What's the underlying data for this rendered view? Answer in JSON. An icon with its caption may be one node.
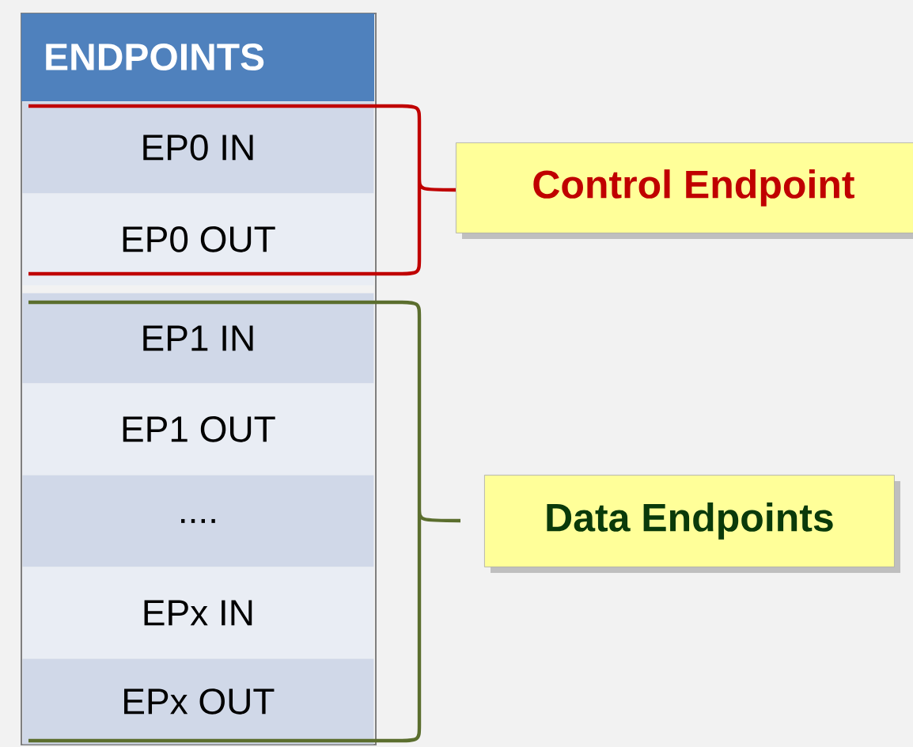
{
  "diagram": {
    "nodes": [
      {
        "text": [
          "ENDPOINTS"
        ]
      },
      {
        "text": [
          "EP0 IN"
        ],
        "in": 0
      },
      {
        "text": [
          "EP0 OUT"
        ],
        "in": 0
      },
      {
        "text": [
          "EP1 IN"
        ],
        "in": 0
      },
      {
        "text": [
          "EP1 OUT"
        ],
        "in": 0
      },
      {
        "text": [
          "...."
        ],
        "in": 0
      },
      {
        "text": [
          "EPx IN"
        ],
        "in": 0
      },
      {
        "text": [
          "EPx OUT"
        ],
        "in": 0
      },
      {
        "text": [
          "Control Endpoint"
        ]
      },
      {
        "text": [
          "Data Endpoints"
        ]
      }
    ]
  }
}
